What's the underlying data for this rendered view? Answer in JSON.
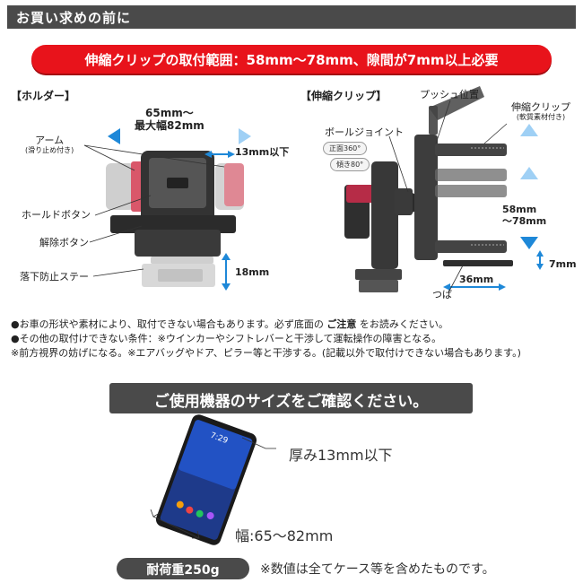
{
  "header": {
    "title": "お買い求めの前に"
  },
  "banner": {
    "text": "伸縮クリップの取付範囲：58mm〜78mm、隙間が7mm以上必要"
  },
  "holder": {
    "label": "【ホルダー】",
    "width_dim_line1": "65mm〜",
    "width_dim_line2": "最大幅82mm",
    "thickness_dim": "13mm以下",
    "arm": "アーム",
    "arm_sub": "(滑り止め付き)",
    "hold_button": "ホールドボタン",
    "release_button": "解除ボタン",
    "stay": "落下防止ステー",
    "stay_dim": "18mm"
  },
  "clip": {
    "label": "【伸縮クリップ】",
    "push_position": "プッシュ位置",
    "clip_name": "伸縮クリップ",
    "clip_sub": "(軟質素材付き)",
    "ball_joint": "ボールジョイント",
    "rotation": "正面360°",
    "tilt": "傾き80°",
    "range_line1": "58mm",
    "range_line2": "〜78mm",
    "gap": "7mm",
    "depth": "36mm",
    "flange": "つば"
  },
  "notes": {
    "line1_prefix": "●お車の形状や素材により、取付できない場合もあります。必ず底面の",
    "line1_bold": "ご注意",
    "line1_suffix": "をお読みください。",
    "line2": "●その他の取付けできない条件：※ウインカーやシフトレバーと干渉して運転操作の障害となる。",
    "line3": "※前方視界の妨げになる。※エアバッグやドア、ピラー等と干渉する。(記載以外で取付けできない場合もあります。)"
  },
  "section2": {
    "title": "ご使用機器のサイズをご確認ください。"
  },
  "phone": {
    "thickness": "厚み13mm以下",
    "width": "幅:65〜82mm",
    "clock": "7:29"
  },
  "load": {
    "label": "耐荷重250g"
  },
  "footnote": {
    "text": "※数値は全てケース等を含めたものです。"
  },
  "colors": {
    "accent_red": "#e8131b",
    "pink_pad": "#d9576a",
    "dim_blue": "#1e88d8",
    "dark_gray": "#4a4a4a"
  }
}
